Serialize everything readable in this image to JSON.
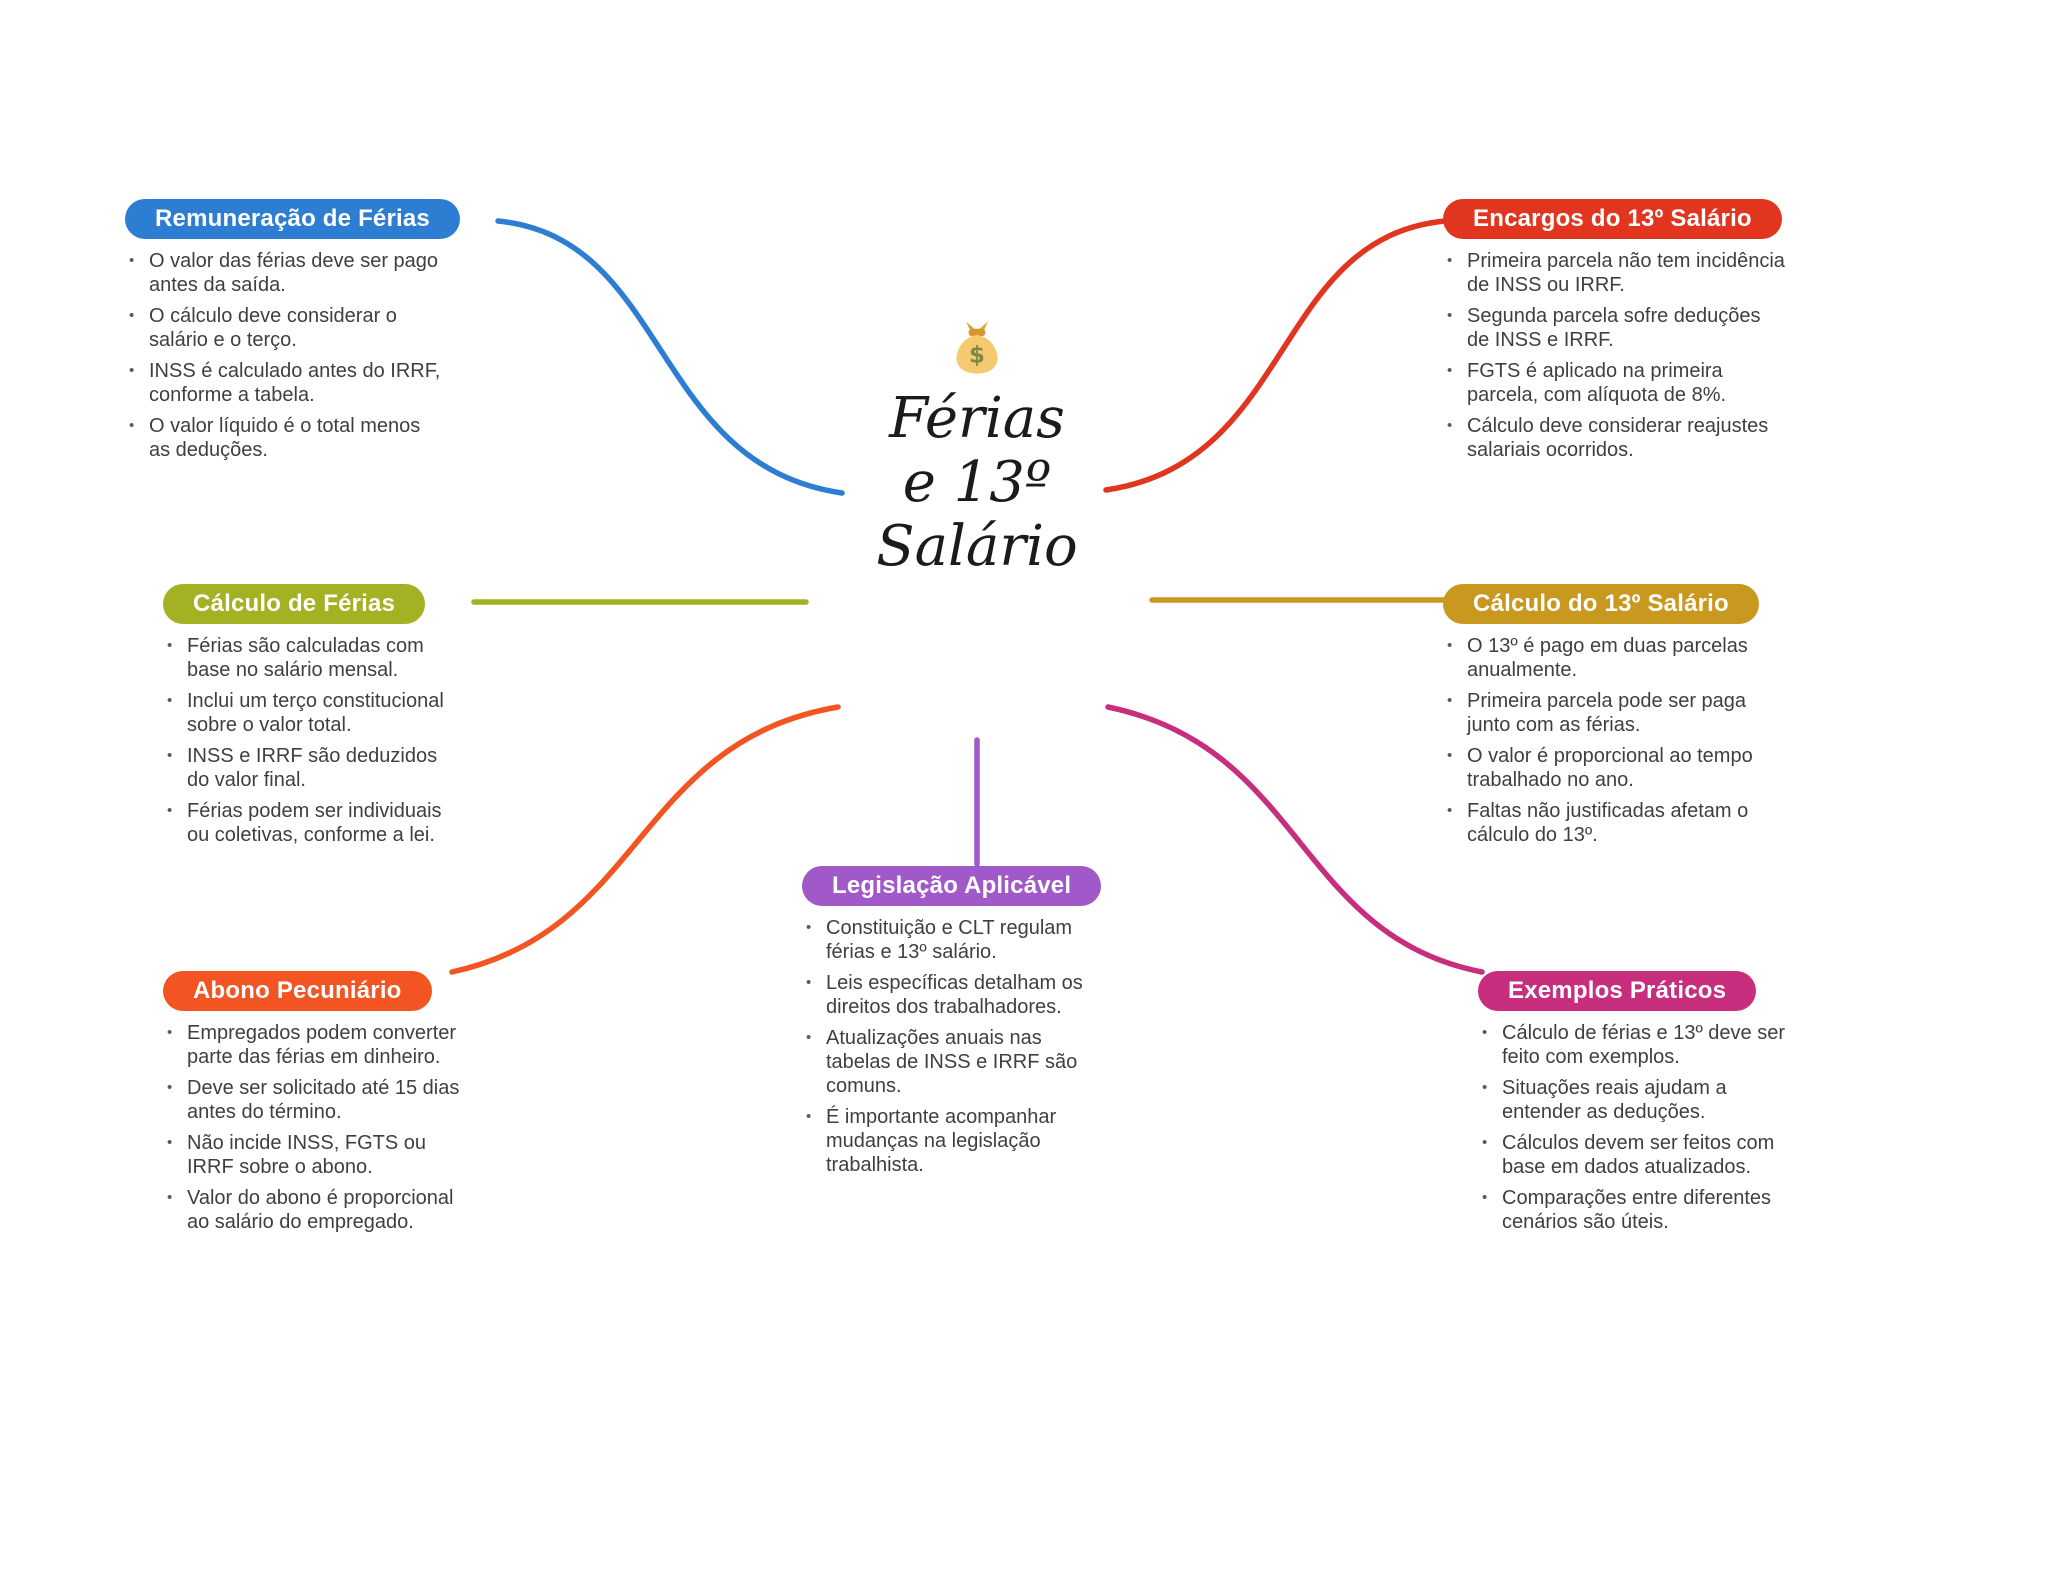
{
  "bullet_char": "•",
  "center": {
    "icon_name": "money-bag-icon",
    "title_lines": [
      "Férias",
      "e 13º",
      "Salário"
    ]
  },
  "nodes": [
    {
      "label": "Remuneração de Férias",
      "color": "#2d7dd2",
      "bullets": [
        "O valor das férias deve ser pago antes da saída.",
        "O cálculo deve considerar o salário e o terço.",
        "INSS é calculado antes do IRRF, conforme a tabela.",
        "O valor líquido é o total menos as deduções."
      ]
    },
    {
      "label": "Cálculo de Férias",
      "color": "#a3b122",
      "bullets": [
        "Férias são calculadas com base no salário mensal.",
        "Inclui um terço constitucional sobre o valor total.",
        "INSS e IRRF são deduzidos do valor final.",
        "Férias podem ser individuais ou coletivas, conforme a lei."
      ]
    },
    {
      "label": "Abono Pecuniário",
      "color": "#f25422",
      "bullets": [
        "Empregados podem converter parte das férias em dinheiro.",
        "Deve ser solicitado até 15 dias antes do término.",
        "Não incide INSS, FGTS ou IRRF sobre o abono.",
        "Valor do abono é proporcional ao salário do empregado."
      ]
    },
    {
      "label": "Encargos do 13º Salário",
      "color": "#e23520",
      "bullets": [
        "Primeira parcela não tem incidência de INSS ou IRRF.",
        "Segunda parcela sofre deduções de INSS e IRRF.",
        "FGTS é aplicado na primeira parcela, com alíquota de 8%.",
        "Cálculo deve considerar reajustes salariais ocorridos."
      ]
    },
    {
      "label": "Cálculo do 13º Salário",
      "color": "#c9991f",
      "bullets": [
        "O 13º é pago em duas parcelas anualmente.",
        "Primeira parcela pode ser paga junto com as férias.",
        "O valor é proporcional ao tempo trabalhado no ano.",
        "Faltas não justificadas afetam o cálculo do 13º."
      ]
    },
    {
      "label": "Exemplos Práticos",
      "color": "#c72e7e",
      "bullets": [
        "Cálculo de férias e 13º deve ser feito com exemplos.",
        "Situações reais ajudam a entender as deduções.",
        "Cálculos devem ser feitos com base em dados atualizados.",
        "Comparações entre diferentes cenários são úteis."
      ]
    },
    {
      "label": "Legislação Aplicável",
      "color": "#a159c9",
      "bullets": [
        "Constituição e CLT regulam férias e 13º salário.",
        "Leis específicas detalham os direitos dos trabalhadores.",
        "Atualizações anuais nas tabelas de INSS e IRRF são comuns.",
        "É importante acompanhar mudanças na legislação trabalhista."
      ]
    }
  ]
}
